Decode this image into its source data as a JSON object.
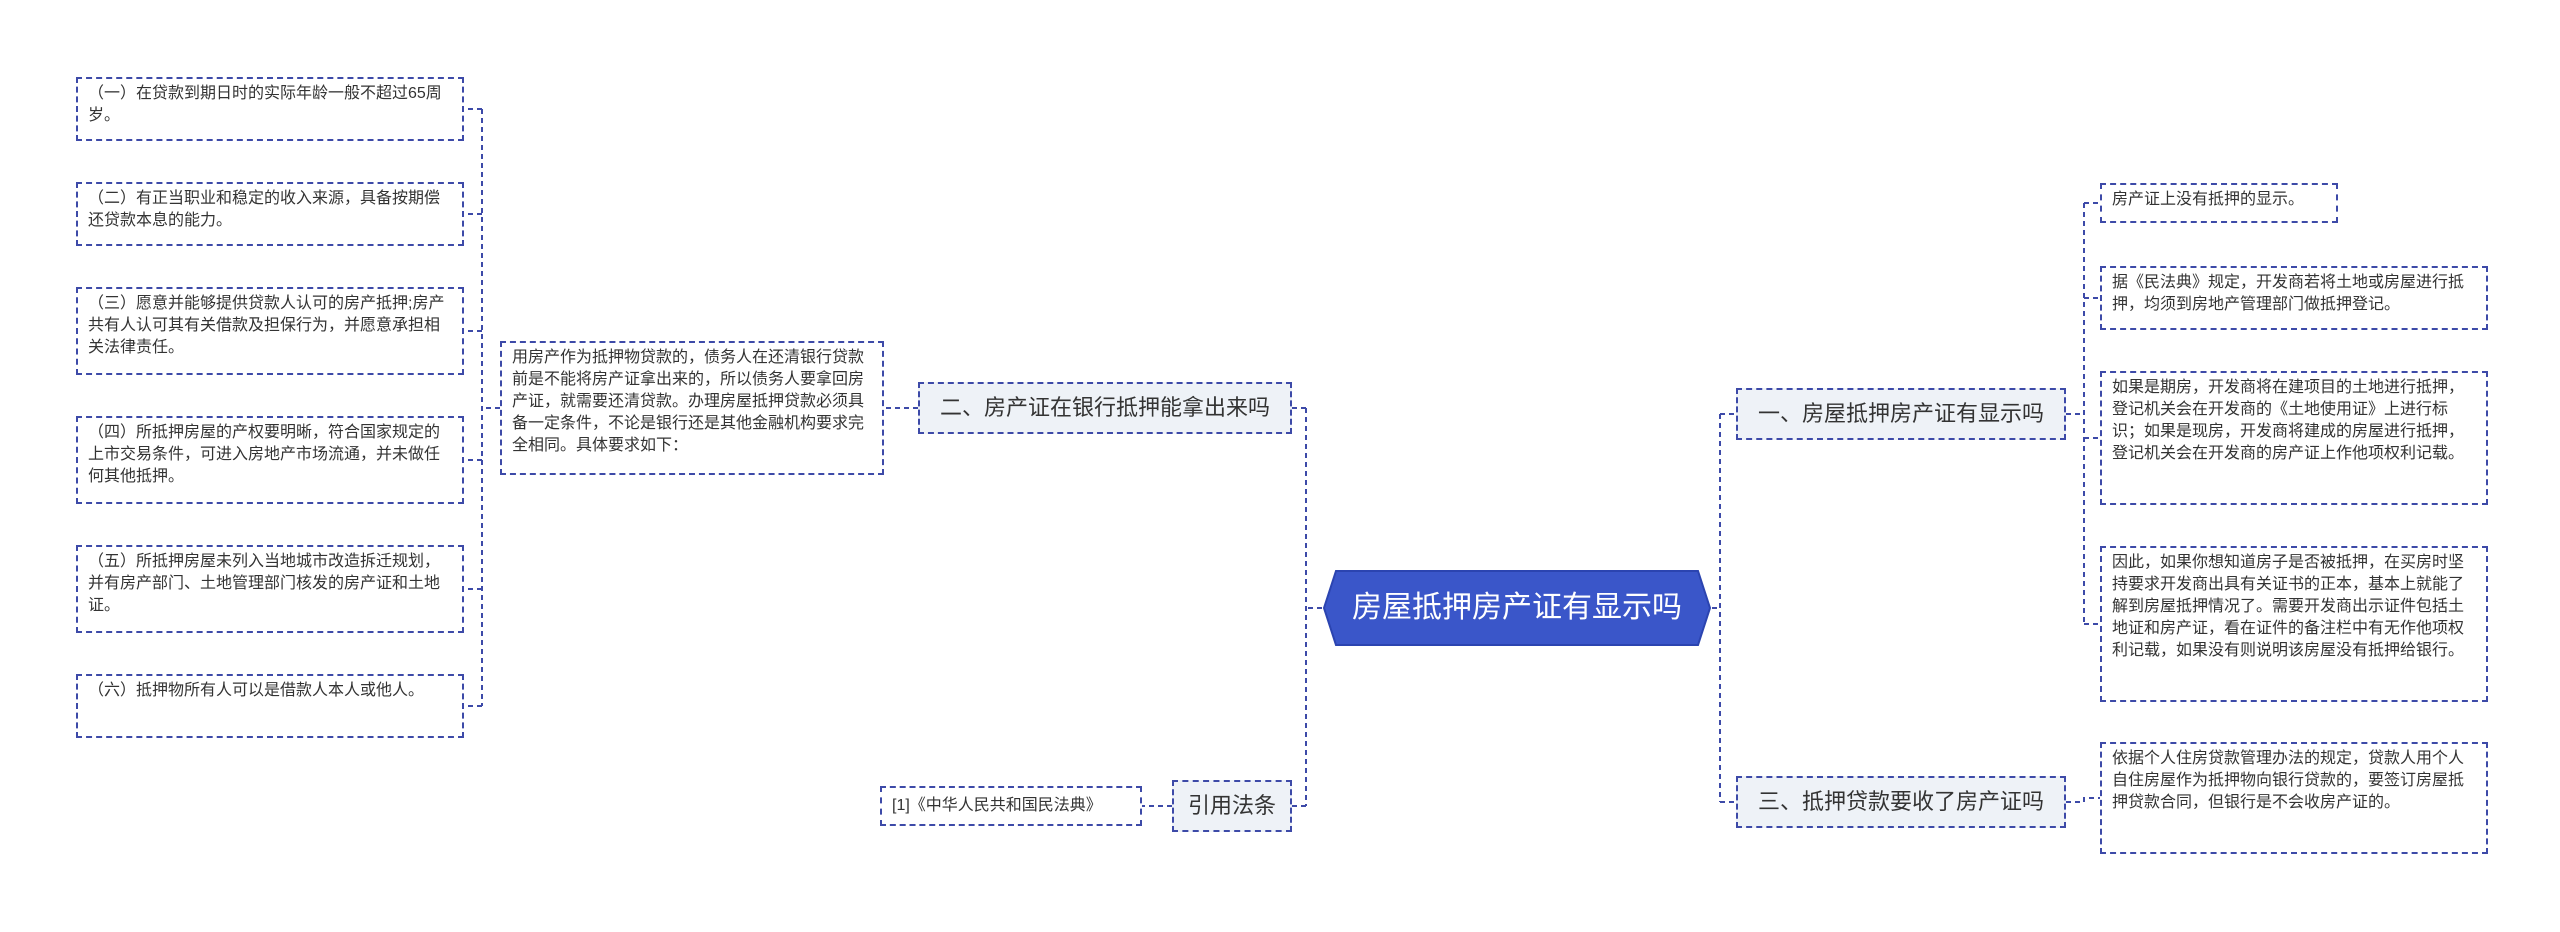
{
  "root": {
    "label": "房屋抵押房产证有显示吗",
    "fill": "#3a56c9"
  },
  "colors": {
    "edge": "#3d4aa8",
    "branch_bg": "#eef2f7"
  },
  "left": {
    "branch_2": {
      "label": "二、房产证在银行抵押能拿出来吗",
      "intro": "用房产作为抵押物贷款的，债务人在还清银行贷款前是不能将房产证拿出来的，所以债务人要拿回房产证，就需要还清贷款。办理房屋抵押贷款必须具备一定条件，不论是银行还是其他金融机构要求完全相同。具体要求如下：",
      "items": [
        "（一）在贷款到期日时的实际年龄一般不超过65周岁。",
        "（二）有正当职业和稳定的收入来源，具备按期偿还贷款本息的能力。",
        "（三）愿意并能够提供贷款人认可的房产抵押;房产共有人认可其有关借款及担保行为，并愿意承担相关法律责任。",
        "（四）所抵押房屋的产权要明晰，符合国家规定的上市交易条件，可进入房地产市场流通，并未做任何其他抵押。",
        "（五）所抵押房屋未列入当地城市改造拆迁规划，并有房产部门、土地管理部门核发的房产证和土地证。",
        "（六）抵押物所有人可以是借款人本人或他人。"
      ]
    },
    "citation": {
      "label": "引用法条",
      "item": "[1]《中华人民共和国民法典》"
    }
  },
  "right": {
    "branch_1": {
      "label": "一、房屋抵押房产证有显示吗",
      "items": [
        "房产证上没有抵押的显示。",
        "据《民法典》规定，开发商若将土地或房屋进行抵押，均须到房地产管理部门做抵押登记。",
        "如果是期房，开发商将在建项目的土地进行抵押，登记机关会在开发商的《土地使用证》上进行标识；如果是现房，开发商将建成的房屋进行抵押，登记机关会在开发商的房产证上作他项权利记载。",
        "因此，如果你想知道房子是否被抵押，在买房时坚持要求开发商出具有关证书的正本，基本上就能了解到房屋抵押情况了。需要开发商出示证件包括土地证和房产证，看在证件的备注栏中有无作他项权利记载，如果没有则说明该房屋没有抵押给银行。"
      ]
    },
    "branch_3": {
      "label": "三、抵押贷款要收了房产证吗",
      "items": [
        "依据个人住房贷款管理办法的规定，贷款人用个人自住房屋作为抵押物向银行贷款的，要签订房屋抵押贷款合同，但银行是不会收房产证的。"
      ]
    }
  }
}
